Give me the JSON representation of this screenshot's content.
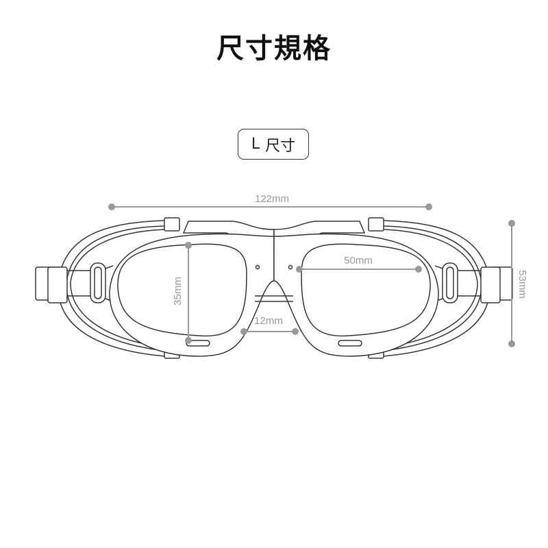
{
  "title": "尺寸規格",
  "size_badge": {
    "size": "L",
    "label": "尺寸"
  },
  "dimensions": {
    "total_width": "122mm",
    "total_height": "53mm",
    "lens_width": "50mm",
    "lens_height": "35mm",
    "bridge_width": "12mm"
  },
  "colors": {
    "outline": "#333333",
    "dimension": "#999999"
  }
}
